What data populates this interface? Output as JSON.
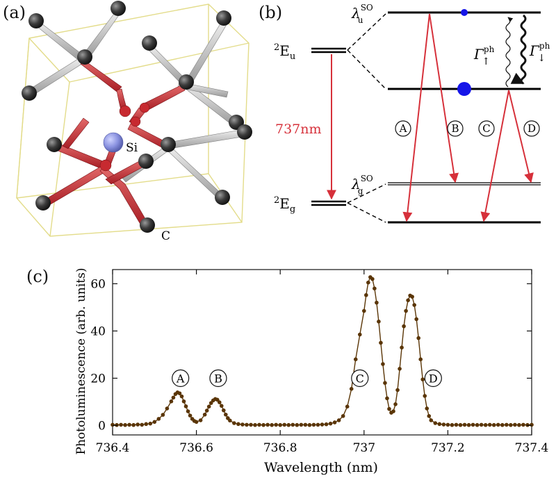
{
  "panels": {
    "a": {
      "label": "(a)",
      "atom_si": "Si",
      "atom_c": "C"
    },
    "b": {
      "label": "(b)",
      "level_upper": "2Eu",
      "level_upper_sup": "2",
      "level_upper_base": "E",
      "level_upper_sub": "u",
      "level_lower_sup": "2",
      "level_lower_base": "E",
      "level_lower_sub": "g",
      "lambda_u": "λ",
      "lambda_u_sup": "SO",
      "lambda_u_sub": "u",
      "lambda_g": "λ",
      "lambda_g_sup": "SO",
      "lambda_g_sub": "g",
      "transition_label": "737nm",
      "gamma_up": "Γ",
      "gamma_up_sup": "ph",
      "gamma_up_sub": "↑",
      "gamma_down": "Γ",
      "gamma_down_sup": "ph",
      "gamma_down_sub": "↓",
      "circled": [
        "A",
        "B",
        "C",
        "D"
      ]
    },
    "c": {
      "label": "(c)"
    }
  },
  "colors": {
    "red": "#d6303a",
    "trace": "#5a3506",
    "atom_c": "#444444",
    "atom_si": "#8a92e0",
    "cell": "#e3dc8a"
  },
  "chart_data": {
    "type": "line",
    "title": "",
    "xlabel": "Wavelength (nm)",
    "ylabel": "Photoluminescence (arb. units)",
    "xlim": [
      736.4,
      737.4
    ],
    "ylim": [
      -4,
      66
    ],
    "xticks": [
      736.4,
      736.6,
      736.8,
      737,
      737.2,
      737.4
    ],
    "xtick_labels": [
      "736.4",
      "736.6",
      "736.8",
      "737",
      "737.2",
      "737.4"
    ],
    "yticks": [
      0,
      20,
      40,
      60
    ],
    "ytick_labels": [
      "0",
      "20",
      "40",
      "60"
    ],
    "peak_labels": [
      {
        "text": "A",
        "x": 736.562,
        "y": 20
      },
      {
        "text": "B",
        "x": 736.652,
        "y": 20
      },
      {
        "text": "C",
        "x": 736.99,
        "y": 20
      },
      {
        "text": "D",
        "x": 737.165,
        "y": 20
      }
    ],
    "series": [
      {
        "x": [
          736.4,
          736.41,
          736.42,
          736.43,
          736.44,
          736.45,
          736.46,
          736.47,
          736.48,
          736.49,
          736.5,
          736.51,
          736.52,
          736.53,
          736.54,
          736.545,
          736.55,
          736.555,
          736.56,
          736.565,
          736.57,
          736.575,
          736.58,
          736.585,
          736.59,
          736.595,
          736.6,
          736.61,
          736.62,
          736.625,
          736.63,
          736.635,
          736.64,
          736.645,
          736.65,
          736.655,
          736.66,
          736.665,
          736.67,
          736.675,
          736.68,
          736.69,
          736.7,
          736.71,
          736.72,
          736.73,
          736.74,
          736.75,
          736.76,
          736.77,
          736.78,
          736.79,
          736.8,
          736.81,
          736.82,
          736.83,
          736.84,
          736.85,
          736.86,
          736.87,
          736.88,
          736.89,
          736.9,
          736.91,
          736.92,
          736.93,
          736.94,
          736.95,
          736.96,
          736.97,
          736.98,
          736.99,
          737.0,
          737.005,
          737.01,
          737.015,
          737.02,
          737.025,
          737.03,
          737.035,
          737.04,
          737.045,
          737.05,
          737.055,
          737.06,
          737.065,
          737.07,
          737.075,
          737.08,
          737.085,
          737.09,
          737.095,
          737.1,
          737.105,
          737.11,
          737.115,
          737.12,
          737.125,
          737.13,
          737.135,
          737.14,
          737.145,
          737.15,
          737.155,
          737.16,
          737.17,
          737.18,
          737.19,
          737.2,
          737.21,
          737.22,
          737.23,
          737.24,
          737.25,
          737.26,
          737.27,
          737.28,
          737.29,
          737.3,
          737.31,
          737.32,
          737.33,
          737.34,
          737.35,
          737.36,
          737.37,
          737.38,
          737.39,
          737.4
        ],
        "values": [
          0.3,
          0.2,
          0.3,
          0.2,
          0.3,
          0.2,
          0.4,
          0.3,
          0.6,
          0.8,
          1.5,
          2.8,
          4.5,
          7.2,
          10.2,
          11.8,
          13.3,
          14.0,
          13.6,
          12.3,
          10.2,
          8.1,
          6.0,
          4.2,
          2.8,
          1.9,
          1.5,
          2.2,
          4.6,
          6.3,
          8.0,
          9.5,
          10.6,
          11.2,
          10.9,
          9.8,
          8.3,
          6.4,
          4.6,
          3.1,
          2.1,
          1.0,
          0.6,
          0.4,
          0.3,
          0.3,
          0.2,
          0.3,
          0.2,
          0.3,
          0.2,
          0.3,
          0.2,
          0.3,
          0.2,
          0.3,
          0.2,
          0.3,
          0.3,
          0.2,
          0.3,
          0.3,
          0.4,
          0.5,
          0.8,
          1.3,
          2.2,
          4.0,
          8.0,
          15.5,
          28.0,
          38.5,
          48.5,
          55.2,
          60.5,
          62.8,
          62.0,
          58.0,
          52.0,
          44.0,
          35.0,
          26.0,
          18.0,
          11.5,
          7.0,
          5.4,
          6.0,
          9.0,
          15.0,
          24.0,
          33.0,
          42.0,
          48.5,
          53.0,
          55.0,
          54.5,
          51.0,
          45.0,
          37.0,
          28.0,
          19.5,
          12.5,
          7.2,
          4.0,
          2.2,
          1.0,
          0.6,
          0.4,
          0.3,
          0.2,
          0.3,
          0.2,
          0.3,
          0.2,
          0.3,
          0.2,
          0.3,
          0.2,
          0.3,
          0.2,
          0.3,
          0.2,
          0.3,
          0.2,
          0.3,
          0.2,
          0.3,
          0.2,
          0.3
        ]
      }
    ]
  }
}
